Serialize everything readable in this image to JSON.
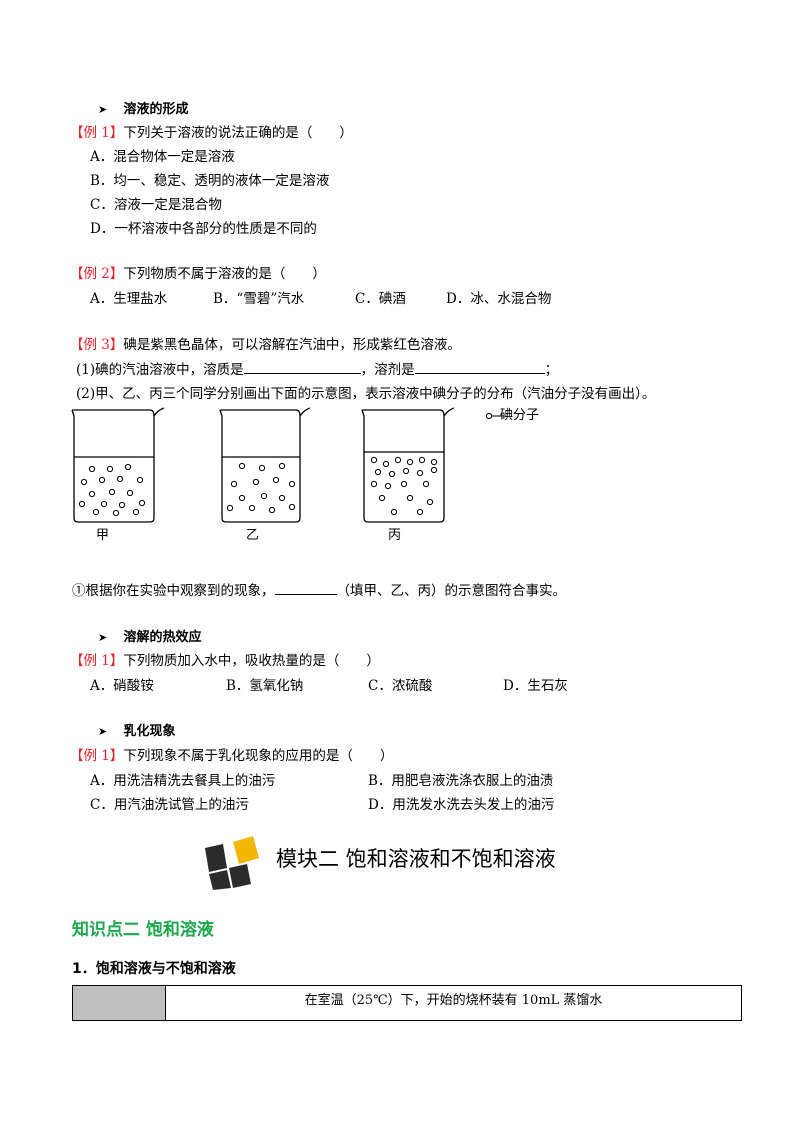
{
  "sections": {
    "s1": "溶液的形成",
    "s2": "溶解的热效应",
    "s3": "乳化现象"
  },
  "ex1": {
    "tag": "【例 1】",
    "q": "下列关于溶液的说法正确的是（　　）",
    "A": "A．混合物体一定是溶液",
    "B": "B．均一、稳定、透明的液体一定是溶液",
    "C": "C．溶液一定是混合物",
    "D": "D．一杯溶液中各部分的性质是不同的"
  },
  "ex2": {
    "tag": "【例 2】",
    "q": "下列物质不属于溶液的是（　　）",
    "A": "A．生理盐水",
    "B": "B．“雪碧”汽水",
    "C": "C．碘酒",
    "D": "D．冰、水混合物"
  },
  "ex3": {
    "tag": "【例 3】",
    "q": "碘是紫黑色晶体，可以溶解在汽油中，形成紫红色溶液。",
    "p1a": "(1)碘的汽油溶液中，溶质是",
    "p1b": "，溶剂是",
    "p1c": "；",
    "p2": "(2)甲、乙、丙三个同学分别画出下面的示意图，表示溶液中碘分子的分布（汽油分子没有画出）。",
    "legend": "碘分子",
    "labels": [
      "甲",
      "乙",
      "丙"
    ],
    "q3a": "①根据你在实验中观察到的现象，",
    "q3b": "（填甲、乙、丙）的示意图符合事实。"
  },
  "ex4": {
    "tag": "【例 1】",
    "q": "下列物质加入水中，吸收热量的是（　　）",
    "A": "A．硝酸铵",
    "B": "B．氢氧化钠",
    "C": "C．浓硫酸",
    "D": "D．生石灰"
  },
  "ex5": {
    "tag": "【例 1】",
    "q": "下列现象不属于乳化现象的应用的是（　　）",
    "A": "A．用洗洁精洗去餐具上的油污",
    "B": "B．用肥皂液洗涤衣服上的油渍",
    "C": "C．用汽油洗试管上的油污",
    "D": "D．用洗发水洗去头发上的油污"
  },
  "module": {
    "title": "模块二  饱和溶液和不饱和溶液",
    "logo_colors": [
      "#2b2b2b",
      "#f2b705"
    ]
  },
  "kp": {
    "title": "知识点二  饱和溶液"
  },
  "sub": {
    "title": "1．饱和溶液与不饱和溶液"
  },
  "table": {
    "cell": "在室温（25℃）下，开始的烧杯装有 10mL  蒸馏水"
  }
}
